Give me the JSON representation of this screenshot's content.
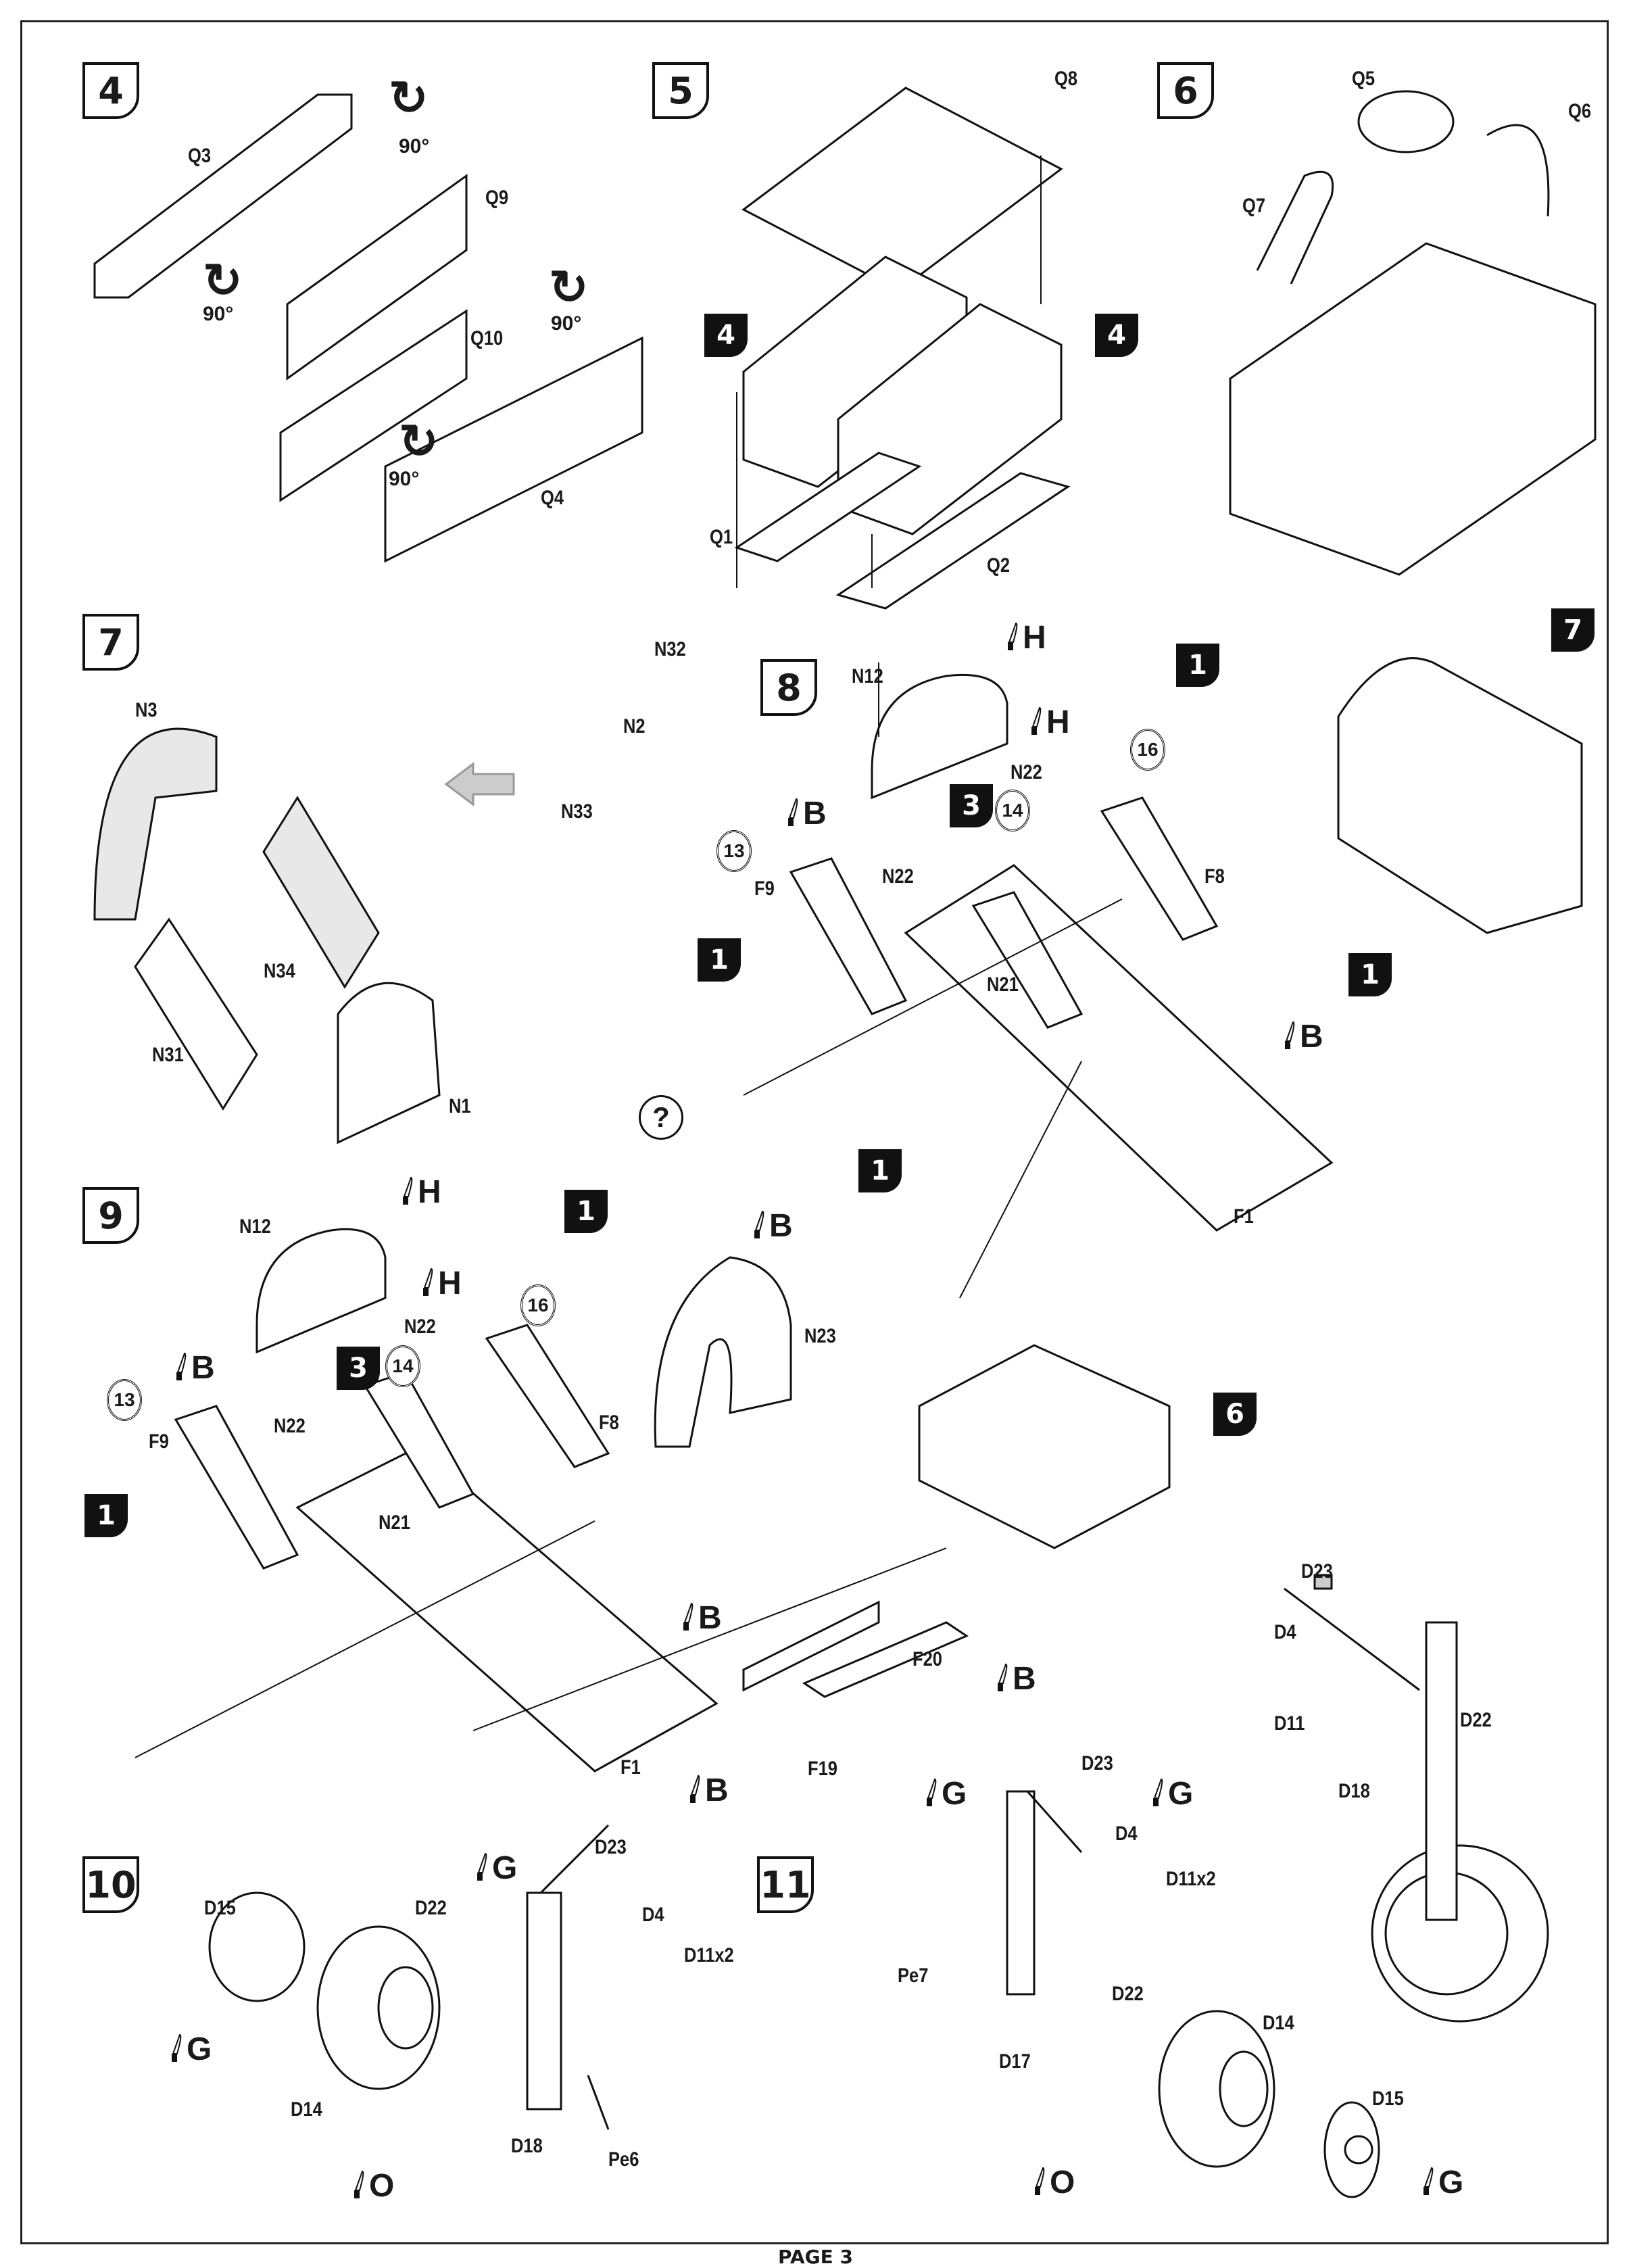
{
  "page": {
    "footer": "PAGE 3"
  },
  "steps": {
    "s4": {
      "number": "4",
      "parts": {
        "q3": "Q3",
        "q9": "Q9",
        "q10": "Q10",
        "q4": "Q4"
      },
      "rotations": [
        "90°",
        "90°",
        "90°",
        "90°"
      ]
    },
    "s5": {
      "number": "5",
      "parts": {
        "q8": "Q8",
        "q1": "Q1",
        "q2": "Q2"
      },
      "refs": [
        "4",
        "4"
      ]
    },
    "s6": {
      "number": "6",
      "parts": {
        "q5": "Q5",
        "q6": "Q6",
        "q7": "Q7"
      }
    },
    "s7": {
      "number": "7",
      "parts": {
        "n3": "N3",
        "n32": "N32",
        "n2": "N2",
        "n33": "N33",
        "n34": "N34",
        "n31": "N31",
        "n1": "N1"
      }
    },
    "s8": {
      "number": "8",
      "parts": {
        "n12": "N12",
        "n22a": "N22",
        "n22b": "N22",
        "f9": "F9",
        "f8": "F8",
        "n21": "N21",
        "f1": "F1"
      },
      "paints": [
        "H",
        "H",
        "B",
        "B"
      ],
      "decals": [
        "13",
        "14",
        "16"
      ],
      "refs": [
        "1",
        "1",
        "1",
        "1",
        "3",
        "7"
      ],
      "optional_symbol": "?"
    },
    "s9": {
      "number": "9",
      "parts": {
        "n12": "N12",
        "n22a": "N22",
        "n22b": "N22",
        "f9": "F9",
        "f8": "F8",
        "n21": "N21",
        "n23": "N23",
        "f1": "F1",
        "f20": "F20",
        "f19": "F19"
      },
      "paints": [
        "H",
        "H",
        "B",
        "B",
        "B",
        "B",
        "B"
      ],
      "decals": [
        "13",
        "14",
        "16"
      ],
      "refs": [
        "1",
        "1",
        "3",
        "6"
      ]
    },
    "s10": {
      "number": "10",
      "parts": {
        "d23": "D23",
        "d22": "D22",
        "d4": "D4",
        "d11": "D11x2",
        "d15": "D15",
        "d14": "D14",
        "d18": "D18",
        "pe6": "Pe6"
      },
      "paints": [
        "G",
        "G",
        "O"
      ]
    },
    "s11": {
      "number": "11",
      "parts": {
        "d23": "D23",
        "d4": "D4",
        "d11": "D11x2",
        "pe7": "Pe7",
        "d22": "D22",
        "d17": "D17",
        "d14": "D14",
        "d15": "D15"
      },
      "paints": [
        "G",
        "G",
        "O",
        "G"
      ]
    },
    "reference": {
      "parts": {
        "d23": "D23",
        "d4": "D4",
        "d11": "D11",
        "d22": "D22",
        "d18": "D18"
      }
    }
  }
}
